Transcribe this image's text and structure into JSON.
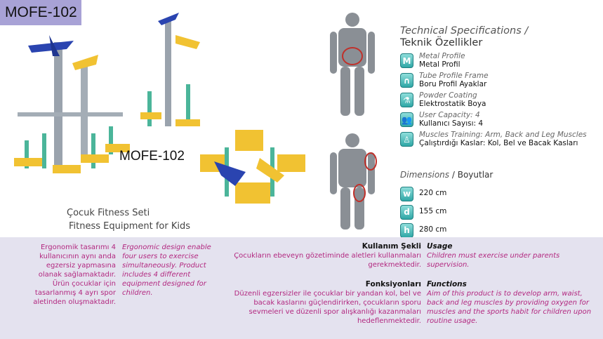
{
  "product_code": "MOFE-102",
  "product_code_center": "MOFE-102",
  "title_tr": "Çocuk Fitness Seti",
  "title_en": "Fitness Equipment for Kids",
  "specs": {
    "heading_en": "Technical Specifications /",
    "heading_tr": "Teknik Özellikler",
    "items": [
      {
        "icon": "M",
        "en": "Metal Profile",
        "tr": "Metal Profil"
      },
      {
        "icon": "∩",
        "en": "Tube Profile Frame",
        "tr": "Boru Profil Ayaklar"
      },
      {
        "icon": "⚗",
        "en": "Powder Coating",
        "tr": "Elektrostatik Boya"
      },
      {
        "icon": "👥",
        "en": "User Capacity:  4",
        "tr": "Kullanıcı Sayısı: 4"
      },
      {
        "icon": "♙",
        "en": "Muscles Training:  Arm, Back and Leg Muscles",
        "tr": "Çalıştırdığı Kaslar: Kol, Bel ve Bacak Kasları"
      }
    ]
  },
  "dimensions": {
    "heading_en": "Dimensions",
    "sep": " / ",
    "heading_tr": "Boyutlar",
    "items": [
      {
        "icon": "w",
        "value": "220 cm"
      },
      {
        "icon": "d",
        "value": "155 cm"
      },
      {
        "icon": "h",
        "value": "280 cm"
      }
    ]
  },
  "description": {
    "tr": "Ergonomik tasarımı 4 kullanıcının aynı anda egzersiz yapmasına olanak sağlamaktadır. Ürün çocuklar için tasarlanmış 4 ayrı spor aletinden oluşmaktadır.",
    "en": "Ergonomic design enable four users to exercise simultaneously. Product includes 4 different equipment designed for children."
  },
  "usage": {
    "title_tr": "Kullanım Şekli",
    "title_en": "Usage",
    "tr": "Çocukların ebeveyn gözetiminde aletleri kullanmaları gerekmektedir.",
    "en": "Children must exercise under parents supervision."
  },
  "functions": {
    "title_tr": "Fonksiyonları",
    "title_en": "Functions",
    "tr": "Düzenli egzersizler ile çocuklar bir yandan kol,  bel ve bacak kaslarını güçlendirirken, çocukların sporu sevmeleri ve düzenli spor alışkanlığı kazanmaları hedeflenmektedir.",
    "en": "Aim of this product is to develop arm, waist, back and leg muscles by providing oxygen for muscles and the sports habit for children upon routine usage."
  },
  "colors": {
    "badge": "#a8a2d6",
    "panel": "#e4e2ef",
    "pink": "#b2277f",
    "teal": "#2fa7a6"
  }
}
